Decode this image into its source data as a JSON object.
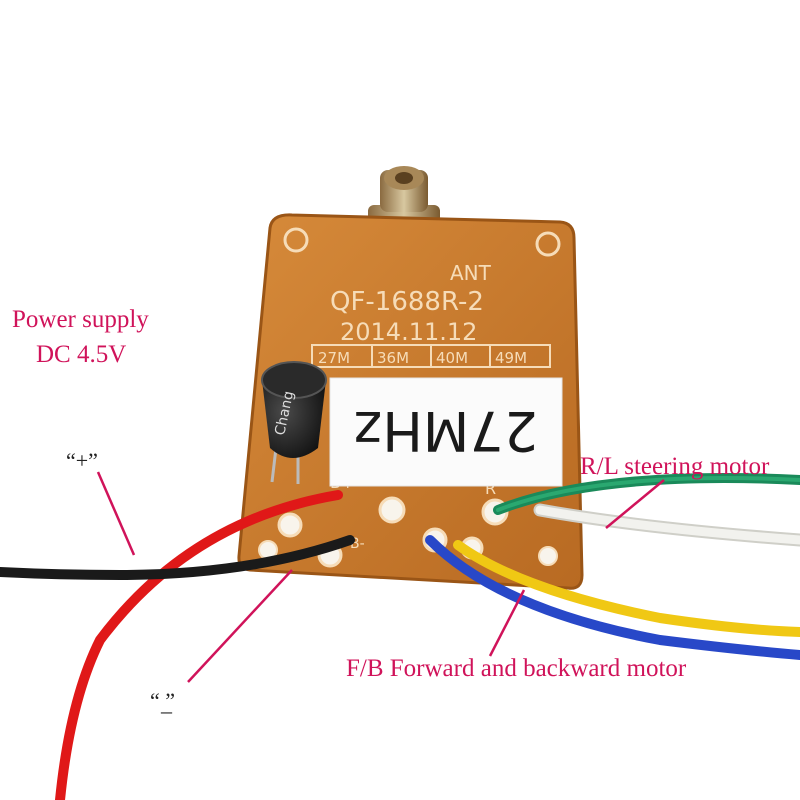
{
  "labels": {
    "power_supply": "Power supply",
    "dc_voltage": "DC 4.5V",
    "plus": "“+”",
    "minus": "“ ”",
    "minus_dash": "–",
    "steering": "R/L steering motor",
    "drive": "F/B Forward and backward motor"
  },
  "board": {
    "ant": "ANT",
    "model": "QF-1688R-2",
    "date": "2014.11.12",
    "freq_options": [
      "27M",
      "36M",
      "40M",
      "49M"
    ],
    "sticker": "27MHz",
    "capacitor_text": "Chang",
    "pad_b_plus": "B+",
    "pad_b_minus": "B-",
    "pad_r": "R"
  },
  "colors": {
    "annotation": "#d0135a",
    "board": "#c8782c",
    "board_edge": "#9a5516",
    "wire_red": "#e01818",
    "wire_black": "#1a1a1a",
    "wire_green": "#1a8a5a",
    "wire_white": "#f2f2ee",
    "wire_yellow": "#f0c814",
    "wire_blue": "#2848c8"
  }
}
